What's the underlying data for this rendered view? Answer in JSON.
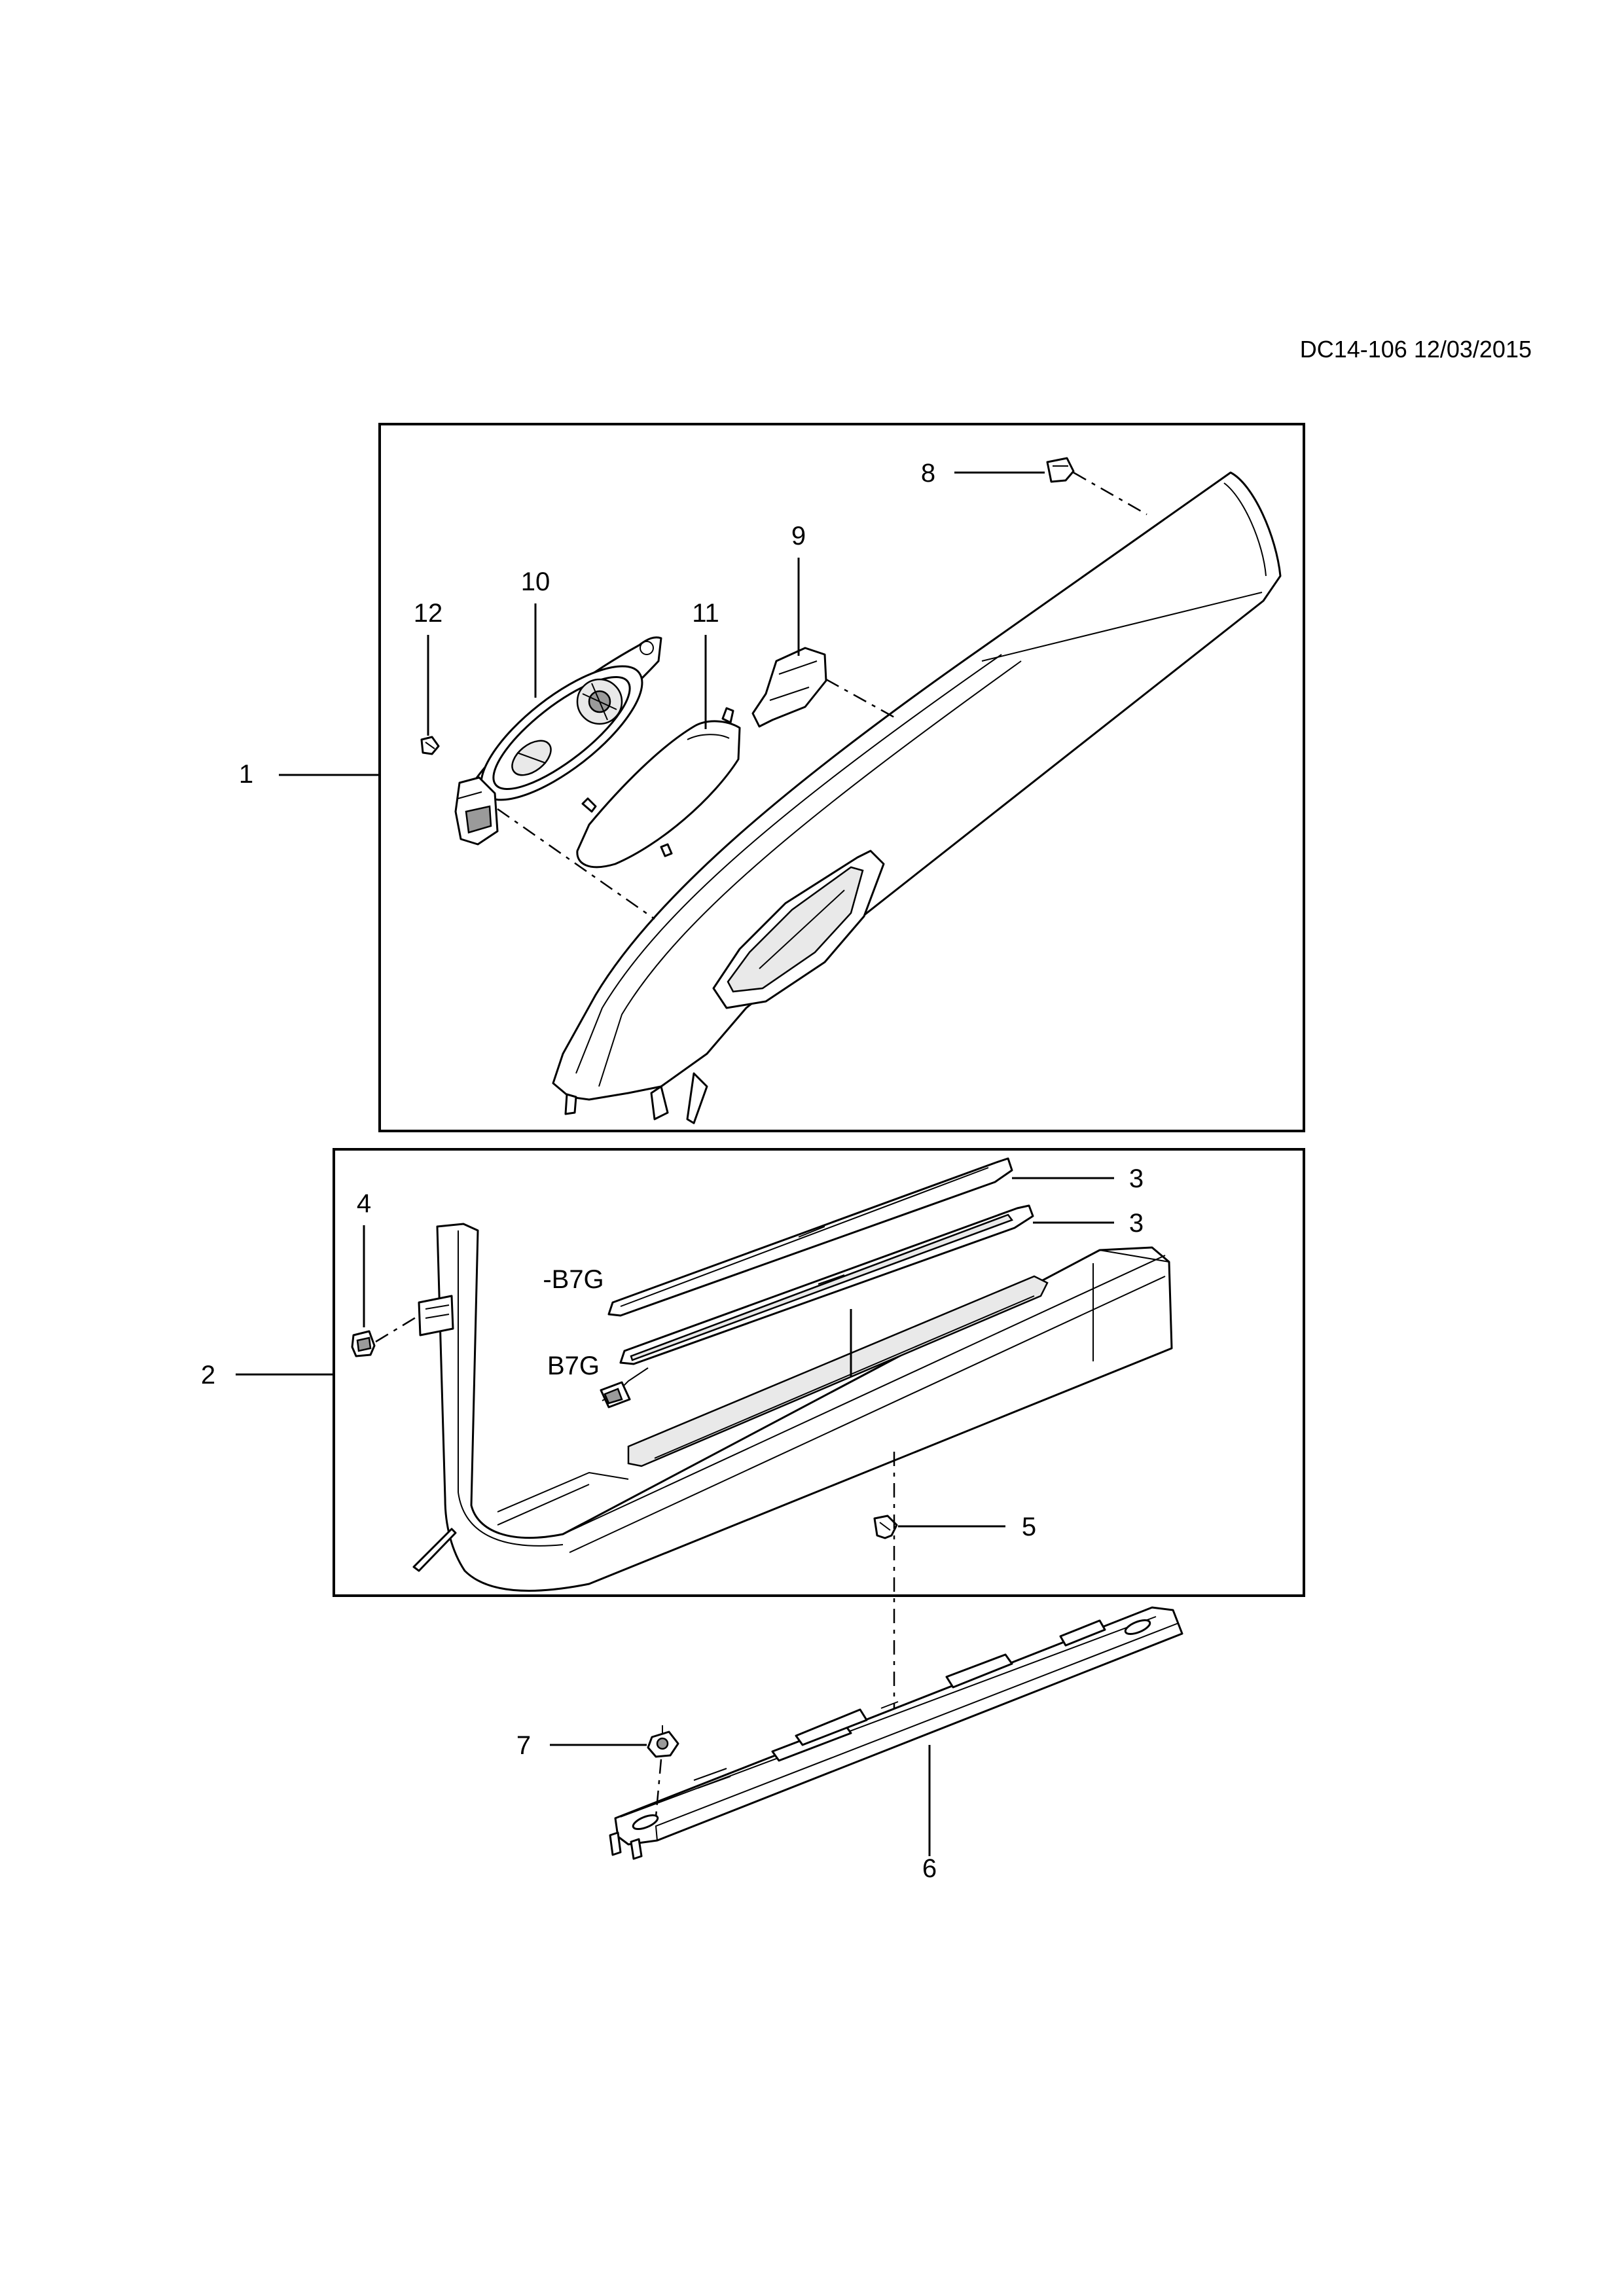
{
  "reference": "DC14-106 12/03/2015",
  "labels": {
    "l1": "1",
    "l2": "2",
    "l3a": "3",
    "l3b": "3",
    "l4": "4",
    "l5": "5",
    "l6": "6",
    "l7": "7",
    "l8": "8",
    "l9": "9",
    "l10": "10",
    "l11": "11",
    "l12": "12"
  },
  "variants": {
    "without_b7g": "-B7G",
    "with_b7g": "B7G"
  }
}
